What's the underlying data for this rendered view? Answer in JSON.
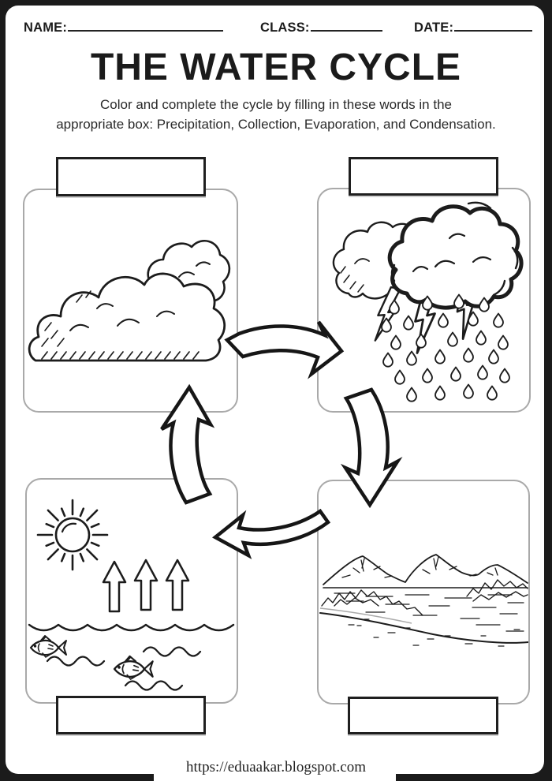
{
  "header": {
    "name_label": "NAME:",
    "name_value": "",
    "class_label": "CLASS:",
    "class_value": "",
    "date_label": "DATE:",
    "date_value": ""
  },
  "title": "THE WATER CYCLE",
  "instructions": {
    "line1": "Color and complete the cycle by filling in these words in the",
    "line2": "appropriate box: Precipitation, Collection, Evaporation, and Condensation."
  },
  "word_bank": [
    "Precipitation",
    "Collection",
    "Evaporation",
    "Condensation"
  ],
  "boxes": [
    {
      "position": "top-left",
      "illustration": "clouds",
      "answer": ""
    },
    {
      "position": "top-right",
      "illustration": "storm-cloud-rain-lightning",
      "answer": ""
    },
    {
      "position": "bottom-left",
      "illustration": "sun-evaporation-water-fish",
      "answer": ""
    },
    {
      "position": "bottom-right",
      "illustration": "mountain-lake-landscape",
      "answer": ""
    }
  ],
  "footer": {
    "url": "https://eduaakar.blogspot.com"
  },
  "colors": {
    "frame": "#1b1b1b",
    "box_border": "#a9a9a9",
    "answer_box_border": "#1f1f1f",
    "ink": "#1c1c1c"
  }
}
